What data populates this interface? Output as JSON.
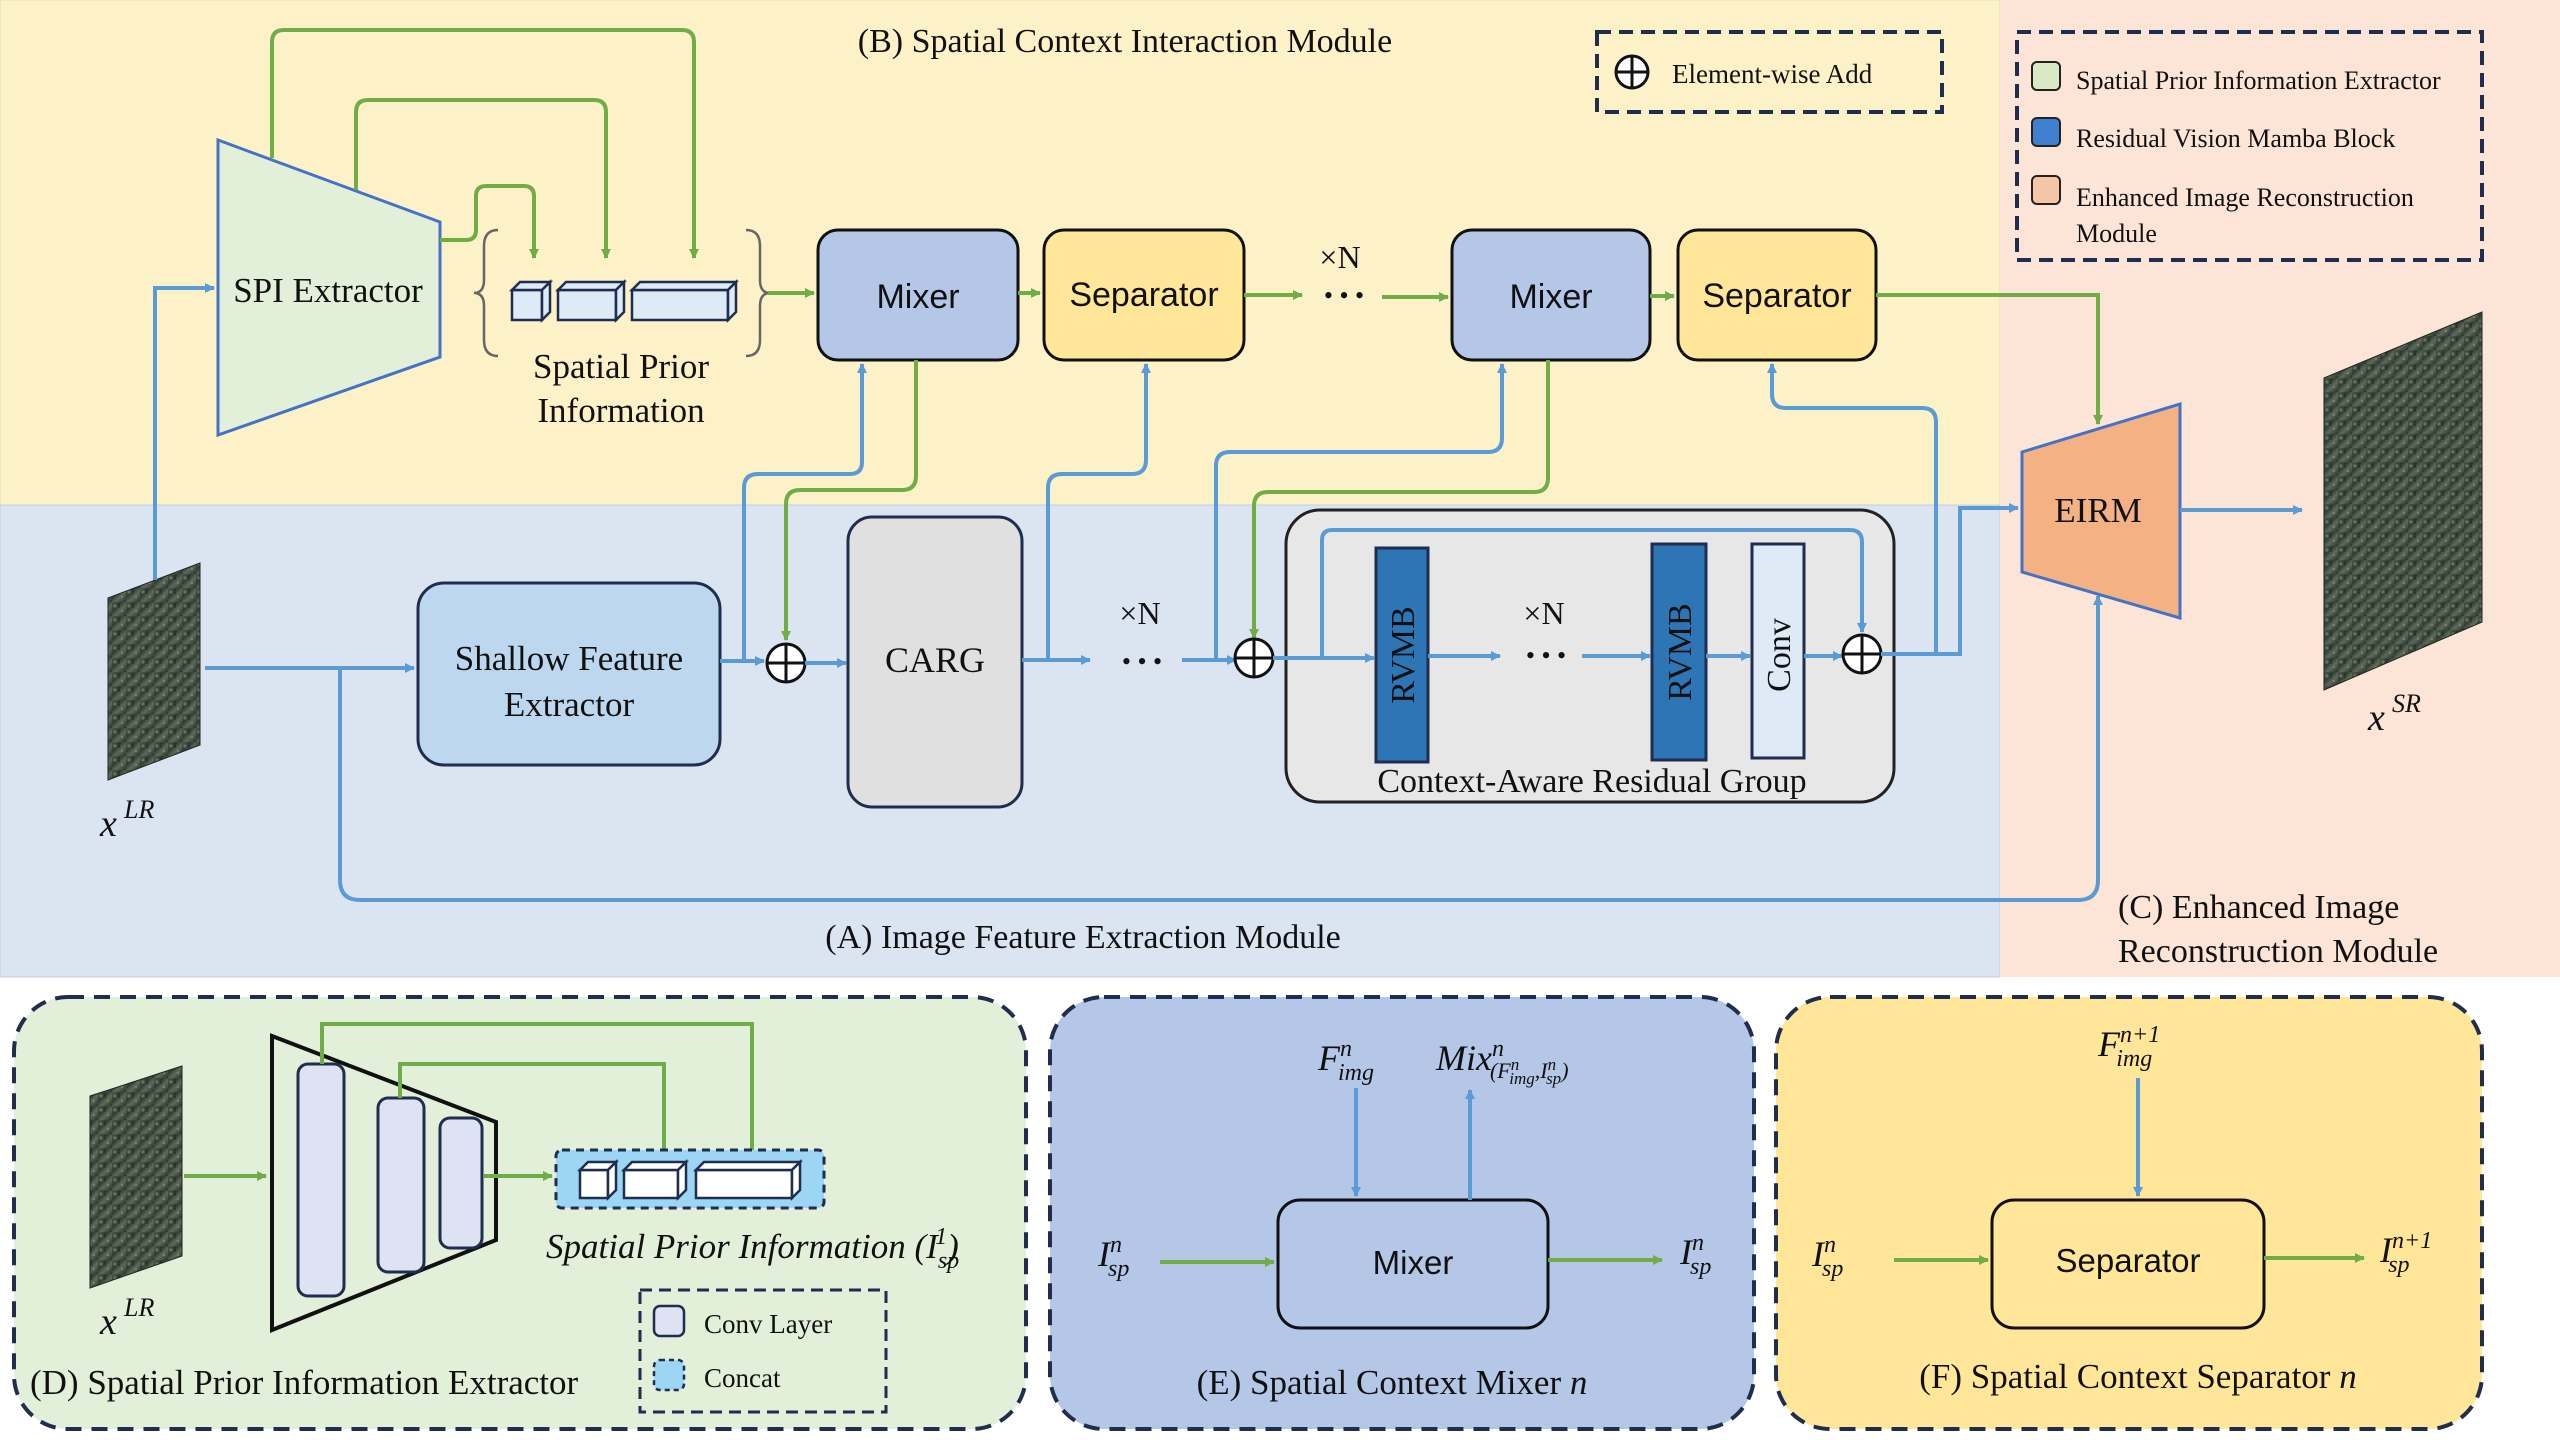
{
  "modules": {
    "b_title": "(B) Spatial Context Interaction Module",
    "a_title": "(A) Image Feature Extraction Module",
    "c_title_l1": "(C) Enhanced Image",
    "c_title_l2": "Reconstruction Module",
    "d_title": "(D) Spatial Prior Information Extractor",
    "e_title": "(E) Spatial Context Mixer ",
    "e_title_var": "n",
    "f_title": "(F) Spatial Context Separator ",
    "f_title_var": "n"
  },
  "legend_top": {
    "add_label": "Element-wise Add",
    "items": [
      {
        "label": "Spatial Prior Information Extractor",
        "color": "#d9e9c4"
      },
      {
        "label": "Residual Vision Mamba Block",
        "color": "#3f7fcf"
      },
      {
        "label": "Enhanced Image Reconstruction",
        "label2": "Module",
        "color": "#f5c6a5"
      }
    ]
  },
  "blocks": {
    "spi_extractor": "SPI Extractor",
    "spi_info_l1": "Spatial Prior",
    "spi_info_l2": "Information",
    "mixer": "Mixer",
    "separator": "Separator",
    "shallow_l1": "Shallow Feature",
    "shallow_l2": "Extractor",
    "carg": "CARG",
    "rvmb": "RVMB",
    "conv": "Conv",
    "carg_group": "Context-Aware Residual Group",
    "eirm": "EIRM",
    "repeat_n": "×N",
    "dots": "• • •"
  },
  "images": {
    "lr_base": "x",
    "lr_sup": "LR",
    "sr_base": "x",
    "sr_sup": "SR"
  },
  "panel_d": {
    "info_label": "Spatial Prior Information (I",
    "info_sub": "sp",
    "info_sup": "1",
    "info_close": ")",
    "legend_conv": "Conv Layer",
    "legend_concat": "Concat"
  },
  "panel_e": {
    "f_in_base": "F",
    "f_in_sup": "n",
    "f_in_sub": "img",
    "mix_base": "Mix",
    "mix_sup": "n",
    "mix_sub": "(F",
    "mix_sub2": "n",
    "mix_sub3": "img",
    "mix_sub4": ",I",
    "mix_sub5": "n",
    "mix_sub6": "sp",
    "mix_sub7": ")",
    "i_in_base": "I",
    "i_in_sup": "n",
    "i_in_sub": "sp",
    "block": "Mixer",
    "i_out_base": "I",
    "i_out_sup": "n",
    "i_out_sub": "sp"
  },
  "panel_f": {
    "f_in_base": "F",
    "f_in_sup": "n+1",
    "f_in_sub": "img",
    "i_in_base": "I",
    "i_in_sup": "n",
    "i_in_sub": "sp",
    "block": "Separator",
    "i_out_base": "I",
    "i_out_sup": "n+1",
    "i_out_sub": "sp"
  },
  "colors": {
    "bg_b": "#fdf1c8",
    "bg_a": "#dbe5f2",
    "bg_c": "#fce4d6",
    "bg_d": "#e2efd9",
    "bg_e": "#b4c7e7",
    "bg_f": "#ffe699",
    "green_arrow": "#70ad47",
    "blue_arrow": "#5b9bd5",
    "mixer_fill": "#b4c7e7",
    "separator_fill": "#ffe699",
    "shallow_fill": "#bdd7ee",
    "carg_fill": "#e0e0e0",
    "rvmb_fill": "#2e75b6",
    "eirm_fill": "#f4b183",
    "spi_fill": "#e2efd9"
  }
}
